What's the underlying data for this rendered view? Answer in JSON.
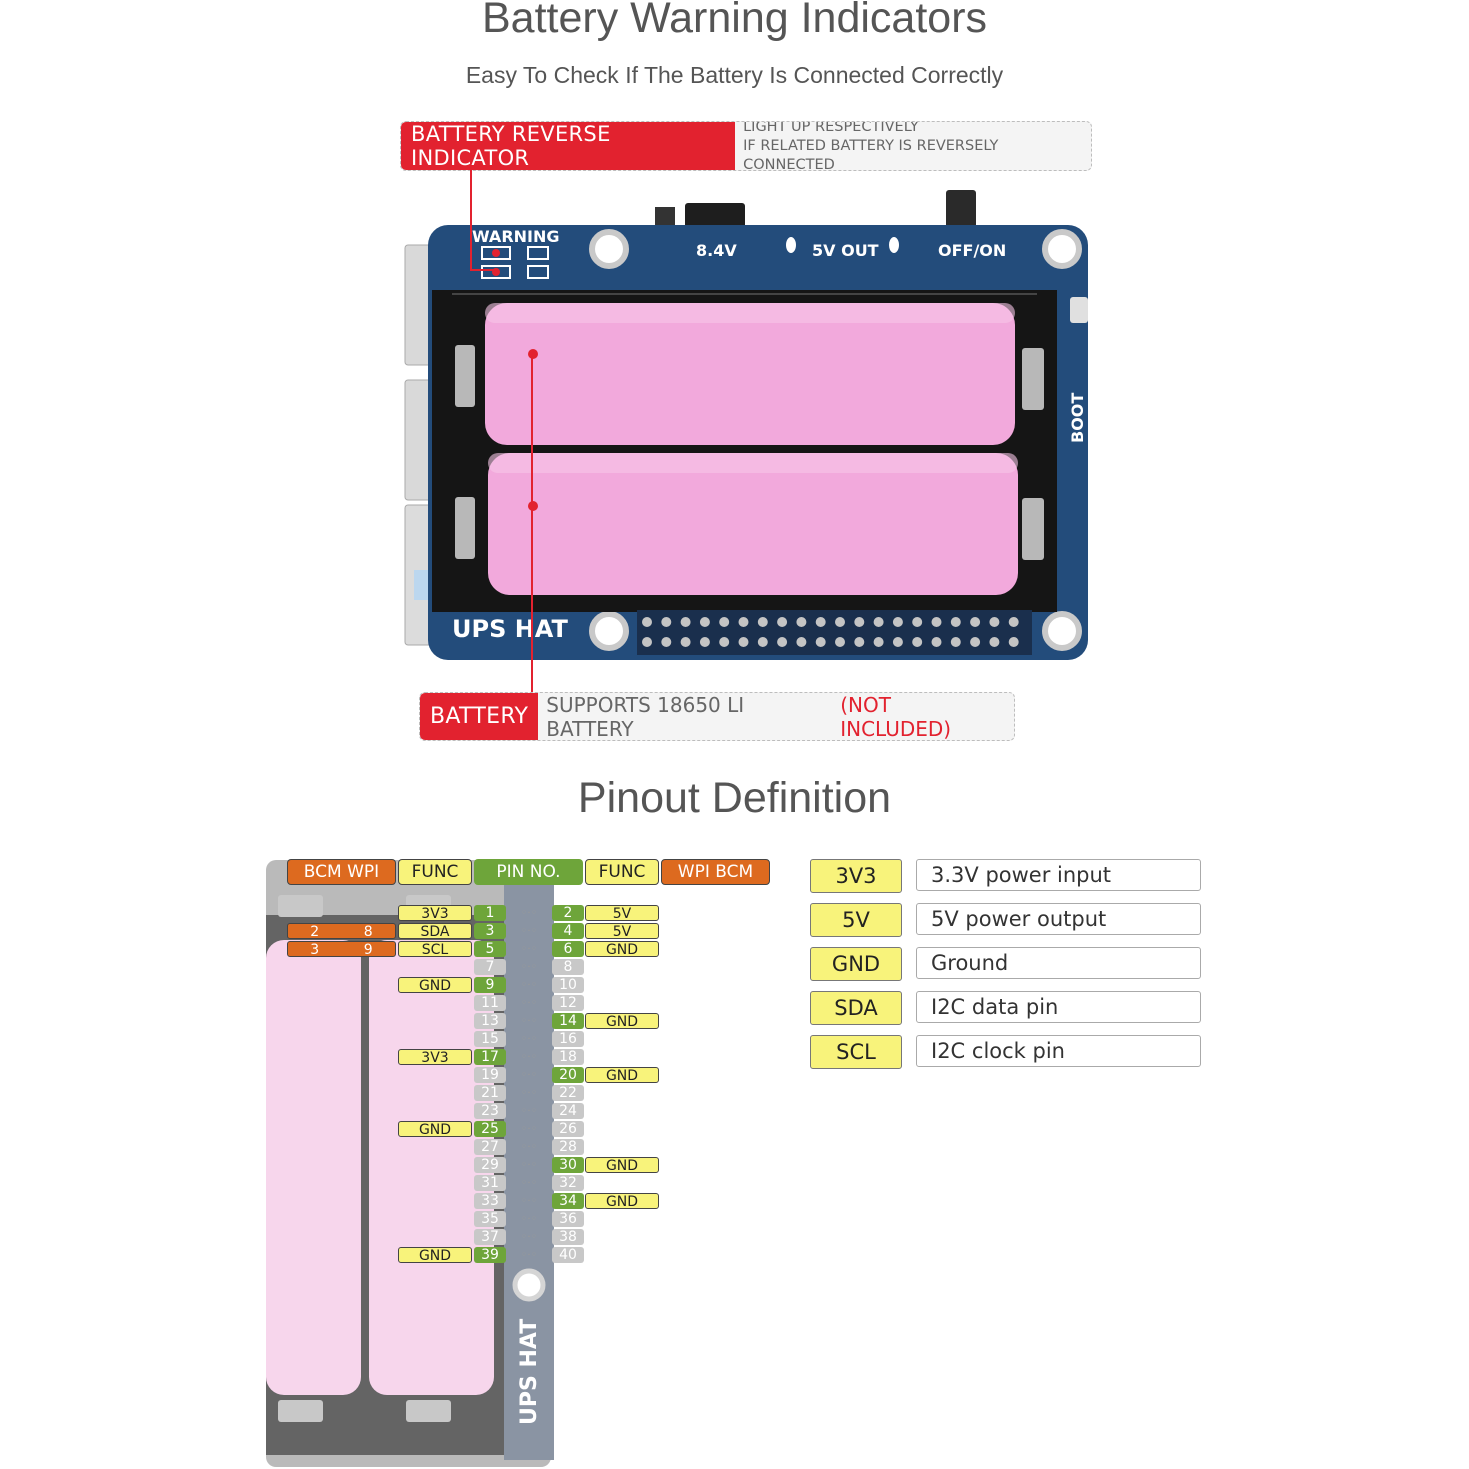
{
  "header": {
    "title": "Battery Warning Indicators",
    "subtitle": "Easy To Check If The Battery Is Connected Correctly"
  },
  "reverse_callout": {
    "tag": "BATTERY REVERSE INDICATOR",
    "line1": "LIGHT UP RESPECTIVELY",
    "line2": "IF RELATED BATTERY IS REVERSELY CONNECTED"
  },
  "board": {
    "warning": "WARNING",
    "v84": "8.4V",
    "v5out": "5V OUT",
    "offon": "OFF/ON",
    "boot": "BOOT",
    "name": "UPS HAT"
  },
  "battery_callout": {
    "tag": "BATTERY",
    "desc": "SUPPORTS 18650 LI BATTERY",
    "note": "(NOT INCLUDED)"
  },
  "pinout": {
    "title": "Pinout Definition",
    "headers": {
      "left_bcm_wpi": "BCM  WPI",
      "left_func": "FUNC",
      "pin_no": "PIN NO.",
      "right_func": "FUNC",
      "right_wpi_bcm": "WPI  BCM"
    },
    "board_label": "UPS HAT",
    "rows": [
      {
        "l": "1",
        "r": "2",
        "lf": "3V3",
        "rf": "5V",
        "lg": true,
        "rg": true,
        "bcm": "",
        "wpi": ""
      },
      {
        "l": "3",
        "r": "4",
        "lf": "SDA",
        "rf": "5V",
        "lg": true,
        "rg": true,
        "bcm": "2",
        "wpi": "8"
      },
      {
        "l": "5",
        "r": "6",
        "lf": "SCL",
        "rf": "GND",
        "lg": true,
        "rg": true,
        "bcm": "3",
        "wpi": "9"
      },
      {
        "l": "7",
        "r": "8",
        "lf": "",
        "rf": "",
        "lg": false,
        "rg": false,
        "bcm": "",
        "wpi": ""
      },
      {
        "l": "9",
        "r": "10",
        "lf": "GND",
        "rf": "",
        "lg": true,
        "rg": false,
        "bcm": "",
        "wpi": ""
      },
      {
        "l": "11",
        "r": "12",
        "lf": "",
        "rf": "",
        "lg": false,
        "rg": false,
        "bcm": "",
        "wpi": ""
      },
      {
        "l": "13",
        "r": "14",
        "lf": "",
        "rf": "GND",
        "lg": false,
        "rg": true,
        "bcm": "",
        "wpi": ""
      },
      {
        "l": "15",
        "r": "16",
        "lf": "",
        "rf": "",
        "lg": false,
        "rg": false,
        "bcm": "",
        "wpi": ""
      },
      {
        "l": "17",
        "r": "18",
        "lf": "3V3",
        "rf": "",
        "lg": true,
        "rg": false,
        "bcm": "",
        "wpi": ""
      },
      {
        "l": "19",
        "r": "20",
        "lf": "",
        "rf": "GND",
        "lg": false,
        "rg": true,
        "bcm": "",
        "wpi": ""
      },
      {
        "l": "21",
        "r": "22",
        "lf": "",
        "rf": "",
        "lg": false,
        "rg": false,
        "bcm": "",
        "wpi": ""
      },
      {
        "l": "23",
        "r": "24",
        "lf": "",
        "rf": "",
        "lg": false,
        "rg": false,
        "bcm": "",
        "wpi": ""
      },
      {
        "l": "25",
        "r": "26",
        "lf": "GND",
        "rf": "",
        "lg": true,
        "rg": false,
        "bcm": "",
        "wpi": ""
      },
      {
        "l": "27",
        "r": "28",
        "lf": "",
        "rf": "",
        "lg": false,
        "rg": false,
        "bcm": "",
        "wpi": ""
      },
      {
        "l": "29",
        "r": "30",
        "lf": "",
        "rf": "GND",
        "lg": false,
        "rg": true,
        "bcm": "",
        "wpi": ""
      },
      {
        "l": "31",
        "r": "32",
        "lf": "",
        "rf": "",
        "lg": false,
        "rg": false,
        "bcm": "",
        "wpi": ""
      },
      {
        "l": "33",
        "r": "34",
        "lf": "",
        "rf": "GND",
        "lg": false,
        "rg": true,
        "bcm": "",
        "wpi": ""
      },
      {
        "l": "35",
        "r": "36",
        "lf": "",
        "rf": "",
        "lg": false,
        "rg": false,
        "bcm": "",
        "wpi": ""
      },
      {
        "l": "37",
        "r": "38",
        "lf": "",
        "rf": "",
        "lg": false,
        "rg": false,
        "bcm": "",
        "wpi": ""
      },
      {
        "l": "39",
        "r": "40",
        "lf": "GND",
        "rf": "",
        "lg": true,
        "rg": false,
        "bcm": "",
        "wpi": ""
      }
    ]
  },
  "legend": [
    {
      "key": "3V3",
      "value": "3.3V power input"
    },
    {
      "key": "5V",
      "value": "5V power output"
    },
    {
      "key": "GND",
      "value": "Ground"
    },
    {
      "key": "SDA",
      "value": "I2C data pin"
    },
    {
      "key": "SCL",
      "value": "I2C clock pin"
    }
  ],
  "colors": {
    "accent_red": "#e2222f",
    "board_blue": "#234c7b",
    "battery_pink": "#f2a9dc",
    "pin_green": "#6ea53a",
    "func_yellow": "#f8f37b",
    "bcm_orange": "#dd6a1f"
  }
}
